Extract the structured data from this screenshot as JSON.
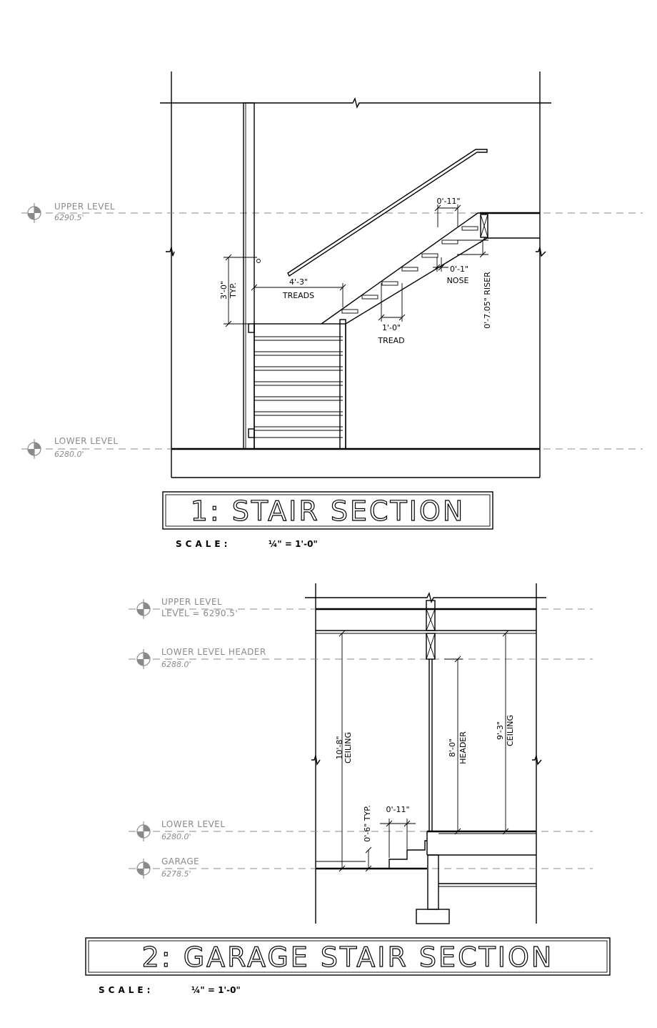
{
  "section1": {
    "title": "1: STAIR SECTION",
    "scale_label": "SCALE:",
    "scale_value": "¼\" = 1'-0\"",
    "upper_level": {
      "name": "UPPER LEVEL",
      "elevation": "6290.5'"
    },
    "lower_level": {
      "name": "LOWER LEVEL",
      "elevation": "6280.0'"
    },
    "dims": {
      "rail_height": "3'-0\"",
      "rail_typ": "TYP.",
      "treads_value": "4'-3\"",
      "treads_label": "TREADS",
      "tread_value": "1'-0\"",
      "tread_label": "TREAD",
      "nose_value": "0'-1\"",
      "nose_label": "NOSE",
      "top_value": "0'-11\"",
      "riser": "0'-7.05\" RISER"
    }
  },
  "section2": {
    "title": "2: GARAGE STAIR SECTION",
    "scale_label": "SCALE:",
    "scale_value": "¼\" = 1'-0\"",
    "upper_level": {
      "name": "UPPER LEVEL",
      "elevation": "LEVEL = 6290.5'"
    },
    "header_level": {
      "name": "LOWER LEVEL HEADER",
      "elevation": "6288.0'"
    },
    "lower_level": {
      "name": "LOWER LEVEL",
      "elevation": "6280.0'"
    },
    "garage_level": {
      "name": "GARAGE",
      "elevation": "6278.5'"
    },
    "dims": {
      "ceiling_left_value": "10'-8\"",
      "ceiling_left_label": "CEILING",
      "header_value": "8'-0\"",
      "header_label": "HEADER",
      "ceiling_right_value": "9'-3\"",
      "ceiling_right_label": "CEILING",
      "step_typ": "0'-6\" TYP.",
      "step_width": "0'-11\""
    }
  }
}
